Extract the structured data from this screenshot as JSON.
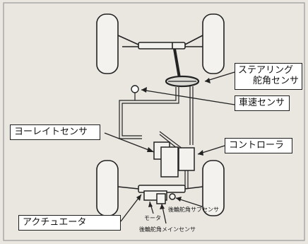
{
  "colors": {
    "background": "#eae7e1",
    "frame": "#9a9a9a",
    "line": "#222222",
    "component_fill": "#f4f2ee"
  },
  "labels": {
    "steering_sensor": [
      "ステアリング",
      "舵角センサ"
    ],
    "vehicle_speed_sensor": "車速センサ",
    "yaw_rate_sensor": "ヨーレイトセンサ",
    "controller": "コントローラ",
    "actuator": "アクチュエータ"
  },
  "small_labels": {
    "motor": "モータ",
    "rear_sub_sensor": "後輪舵角サブセンサ",
    "rear_main_sensor": "後輪舵角メインセンサ"
  }
}
